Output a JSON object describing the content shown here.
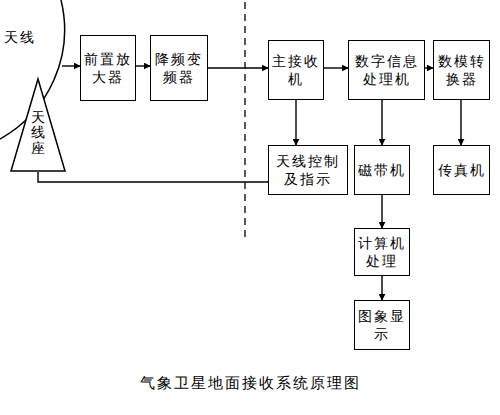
{
  "diagram": {
    "caption": "气象卫星地面接收系统原理图",
    "nodes": [
      {
        "text": [
          "天线"
        ]
      },
      {
        "text": [
          "天线座"
        ]
      },
      {
        "text": [
          "前置放大器"
        ]
      },
      {
        "text": [
          "降频变频器"
        ]
      },
      {
        "text": [
          "主接收机"
        ]
      },
      {
        "text": [
          "数字信息处理机"
        ]
      },
      {
        "text": [
          "数模转换器"
        ]
      },
      {
        "text": [
          "天线控制及指示"
        ]
      },
      {
        "text": [
          "磁带机"
        ]
      },
      {
        "text": [
          "传真机"
        ]
      },
      {
        "text": [
          "计算机处理"
        ]
      },
      {
        "text": [
          "图象显示"
        ]
      }
    ],
    "edges": [
      {
        "from": 0,
        "to": 2,
        "arrow": "to"
      },
      {
        "from": 2,
        "to": 3,
        "arrow": "to"
      },
      {
        "from": 3,
        "to": 4,
        "arrow": "to"
      },
      {
        "from": 4,
        "to": 5,
        "arrow": "to"
      },
      {
        "from": 5,
        "to": 6,
        "arrow": "to"
      },
      {
        "from": 4,
        "to": 7,
        "arrow": "to"
      },
      {
        "from": 7,
        "to": 1,
        "arrow": "none"
      },
      {
        "from": 5,
        "to": 8,
        "arrow": "to"
      },
      {
        "from": 6,
        "to": 9,
        "arrow": "to"
      },
      {
        "from": 8,
        "to": 10,
        "arrow": "to"
      },
      {
        "from": 10,
        "to": 11,
        "arrow": "to"
      }
    ]
  }
}
